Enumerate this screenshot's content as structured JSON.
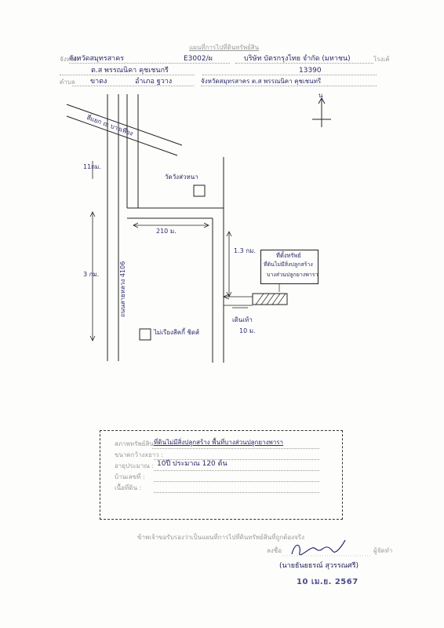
{
  "header": {
    "form_title": "แผนที่การไปที่ดินทรัพย์สิน",
    "row1": {
      "province_label": "จังหวัด",
      "province_value": "จังหวัดสมุทรสาคร",
      "code_value": "E3002/ผ",
      "company_value": "บริษัท บัตรกรุงไทย จำกัด (มหาชน)",
      "road_label": "โรงเค้"
    },
    "row2": {
      "location_value": "ต.ส พรรณนิคา คุชเชนกรี",
      "phone_value": "13390"
    },
    "row3": {
      "subdistrict_label": "ตำบล",
      "subdistrict_value": "ขาดง",
      "district_value": "อำเภอ ฐวาง",
      "near_value": "จังหวัดสมุทรสาคร ต.ส พรรณนิคา คุชเชนทรี"
    }
  },
  "map": {
    "north_label": "น",
    "junction_label": "สี่แยก ณ บางเพียง",
    "dist_left_top": "11กม.",
    "dist_left_main": "3 กม.",
    "temple_label": "วัดวังส่วหนา",
    "width_label": "210 ม.",
    "dist_right": "1.3 กม.",
    "road_name": "ถนนสายหลวง 4106",
    "plot_label_1": "ที่ตั้งทรัพย์",
    "plot_label_2": "ที่ดินไม่มีสิ่งปลูกสร้าง",
    "plot_label_3": "บางส่วนปลูกยางพารา",
    "narrow_label": "เดินเท้า",
    "narrow_dist": "10 ม.",
    "shop_label": "ไม่เรียงสีคกี้ ชิดส์"
  },
  "legend": {
    "condition_label": "สภาพทรัพย์สิน :",
    "condition_value": "ที่ดินไม่มีสิ่งปลูกสร้าง พื้นที่บางส่วนปลูกยางพารา",
    "size_label": "ขนาดกว้างxยาว :",
    "age_label": "อายุประมาณ :",
    "age_value": "10ปี  ประมาณ  120  ต้น",
    "house_no_label": "บ้านเลขที่ :",
    "area_label": "เนื้อที่ดิน :"
  },
  "footer": {
    "certify_text": "ข้าพเจ้าขอรับรองว่าเป็นแผนที่การไปที่ดินทรัพย์สินที่ถูกต้องจริง",
    "sign_label": "ลงชื่อ",
    "role_label": "ผู้จัดทำ",
    "signer_name": "(นายธันยธรณ์ สุวรรณศรี)",
    "date_stamp": "10 เม.ย. 2567"
  }
}
